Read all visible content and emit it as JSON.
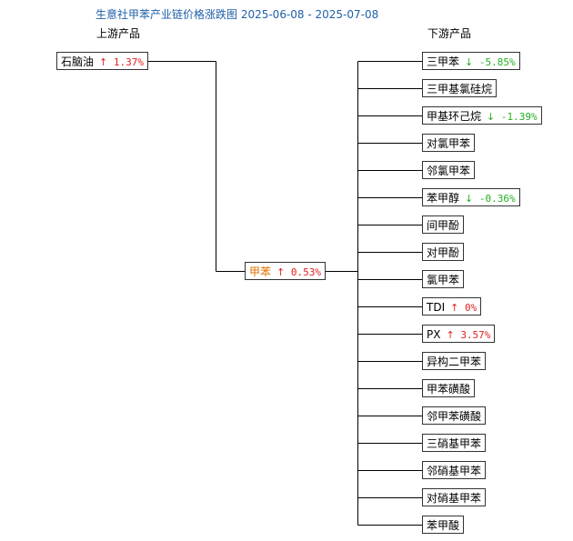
{
  "title": "生意社甲苯产业链价格涨跌图 2025-06-08 - 2025-07-08",
  "upstream_header": "上游产品",
  "downstream_header": "下游产品",
  "colors": {
    "up": "#e02020",
    "down": "#22b022",
    "center": "#e07000",
    "title": "#1f5fa8"
  },
  "upstream": [
    {
      "name": "石脑油",
      "dir": "up",
      "arrow": "↑",
      "change": "1.37%"
    }
  ],
  "center": {
    "name": "甲苯",
    "dir": "up",
    "arrow": "↑",
    "change": "0.53%"
  },
  "downstream": [
    {
      "name": "三甲苯",
      "dir": "down",
      "arrow": "↓",
      "change": "-5.85%"
    },
    {
      "name": "三甲基氯硅烷"
    },
    {
      "name": "甲基环己烷",
      "dir": "down",
      "arrow": "↓",
      "change": "-1.39%"
    },
    {
      "name": "对氯甲苯"
    },
    {
      "name": "邻氯甲苯"
    },
    {
      "name": "苯甲醇",
      "dir": "down",
      "arrow": "↓",
      "change": "-0.36%"
    },
    {
      "name": "间甲酚"
    },
    {
      "name": "对甲酚"
    },
    {
      "name": "氯甲苯"
    },
    {
      "name": "TDI",
      "dir": "up",
      "arrow": "↑",
      "change": "0%"
    },
    {
      "name": "PX",
      "dir": "up",
      "arrow": "↑",
      "change": "3.57%"
    },
    {
      "name": "异构二甲苯"
    },
    {
      "name": "甲苯磺酸"
    },
    {
      "name": "邻甲苯磺酸"
    },
    {
      "name": "三硝基甲苯"
    },
    {
      "name": "邻硝基甲苯"
    },
    {
      "name": "对硝基甲苯"
    },
    {
      "name": "苯甲酸"
    }
  ]
}
